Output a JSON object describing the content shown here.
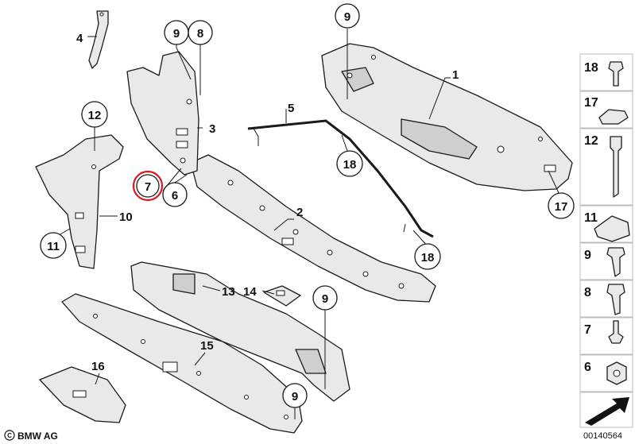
{
  "brand": {
    "label": "BMW AG"
  },
  "diagram": {
    "id_code": "00140564",
    "callouts": {
      "p1": "1",
      "p2": "2",
      "p3": "3",
      "p4": "4",
      "p5": "5",
      "p6": "6",
      "p7": "7",
      "p8": "8",
      "p9a": "9",
      "p9b": "9",
      "p9c": "9",
      "p9d": "9",
      "p10": "10",
      "p11": "11",
      "p12": "12",
      "p13": "13",
      "p14": "14",
      "p15": "15",
      "p16": "16",
      "p17": "17",
      "p18a": "18",
      "p18b": "18"
    },
    "highlighted_part": "7",
    "highlight_color": "#e0141e"
  },
  "legend": {
    "items": [
      "18",
      "17",
      "12",
      "11",
      "9",
      "8",
      "7",
      "6"
    ]
  },
  "colors": {
    "part_fill": "#e9e9e9",
    "line": "#1a1a1a",
    "legend_border": "#bdbdbd"
  }
}
